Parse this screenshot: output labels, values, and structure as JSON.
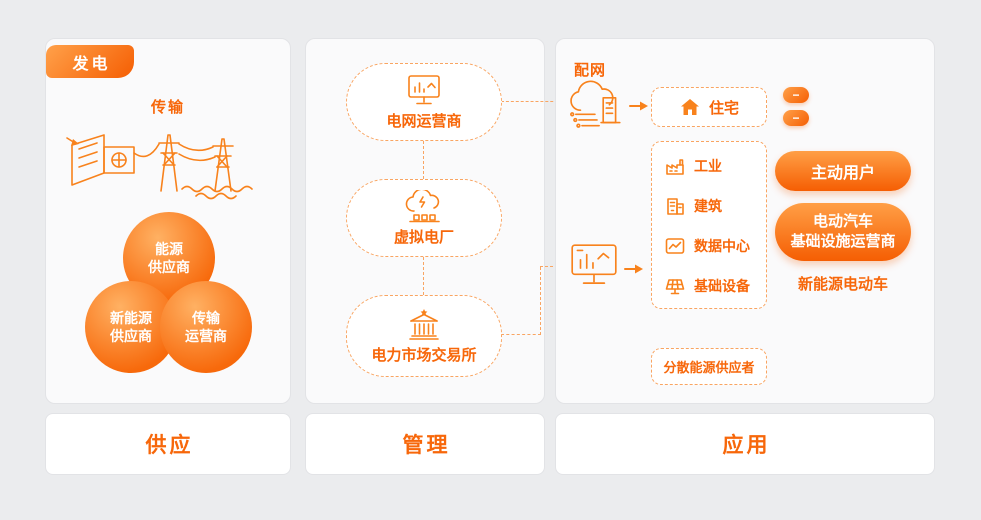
{
  "colors": {
    "accent": "#F7670A",
    "accent_light": "#FFA14A",
    "dashed_border": "#F9A562",
    "background": "#EBECEE"
  },
  "supply": {
    "badge": "发电",
    "transmission": "传输",
    "circles": [
      {
        "label": "能源\n供应商"
      },
      {
        "label": "新能源\n供应商"
      },
      {
        "label": "传输\n运营商"
      }
    ],
    "footer": "供应"
  },
  "management": {
    "nodes": [
      {
        "label": "电网运营商"
      },
      {
        "label": "虚拟电厂"
      },
      {
        "label": "电力市场交易所"
      }
    ],
    "footer": "管理"
  },
  "application": {
    "distribution": "配网",
    "residential": "住宅",
    "sectors": [
      {
        "label": "工业"
      },
      {
        "label": "建筑"
      },
      {
        "label": "数据中心"
      },
      {
        "label": "基础设备"
      }
    ],
    "minus_badges": [
      "−",
      "−"
    ],
    "active_user": "主动用户",
    "ev_operator": "电动汽车\n基础设施运营商",
    "ev_vehicle": "新能源电动车",
    "distributed_supplier": "分散能源供应者",
    "footer": "应用"
  },
  "icons": {
    "grid_operator": "monitor-chart-icon",
    "virtual_plant": "cloud-factory-icon",
    "exchange": "bank-icon",
    "distribution": "cloud-building-icon",
    "terminal": "monitor-icon",
    "residential": "house-icon",
    "industry": "factory-icon",
    "building": "building-icon",
    "data_center": "line-chart-icon",
    "equipment": "solar-panel-icon",
    "flow": "arrow-right-icon"
  }
}
